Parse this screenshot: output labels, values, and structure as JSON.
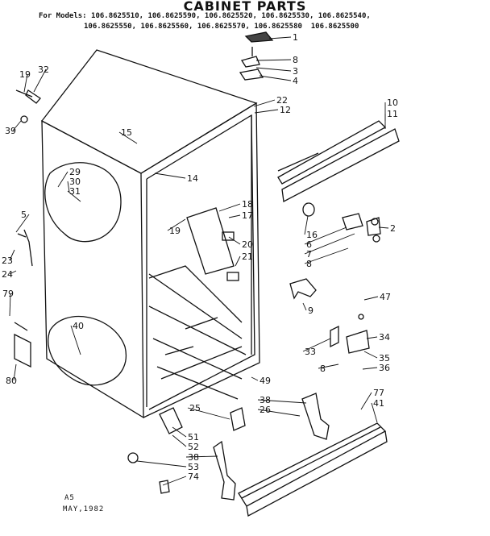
{
  "title": "CABINET PARTS",
  "models": {
    "line1": "For Models: 106.8625510, 106.8625590, 106.8625520, 106.8625530, 106.8625540,",
    "line2": "106.8625550, 106.8625560, 106.8625570, 106.8625580  106.8625500"
  },
  "callouts": [
    "1",
    "8",
    "3",
    "4",
    "19",
    "32",
    "39",
    "22",
    "12",
    "10",
    "11",
    "15",
    "14",
    "29",
    "30",
    "31",
    "5",
    "18",
    "17",
    "20",
    "21",
    "19",
    "16",
    "6",
    "2",
    "7",
    "8",
    "23",
    "24",
    "9",
    "79",
    "47",
    "40",
    "33",
    "34",
    "35",
    "8",
    "36",
    "49",
    "80",
    "77",
    "41",
    "38",
    "26",
    "25",
    "51",
    "52",
    "38",
    "53",
    "74"
  ],
  "footer": {
    "code": "A5",
    "date": "MAY,1982"
  }
}
